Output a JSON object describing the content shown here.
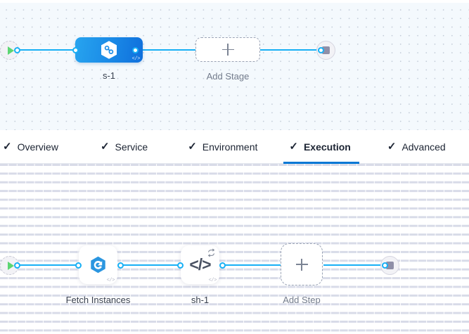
{
  "stage_canvas": {
    "start_node": {
      "icon": "play-icon",
      "title": "Start"
    },
    "end_node": {
      "icon": "stop-icon",
      "title": "End"
    },
    "stage": {
      "label": "s-1",
      "icon": "hexagon-infinity-icon",
      "corner_icon": "code-icon"
    },
    "add_stage": {
      "label": "Add Stage",
      "icon": "plus-icon"
    }
  },
  "tabs": [
    {
      "label": "Overview",
      "icon": "check-icon",
      "active": false
    },
    {
      "label": "Service",
      "icon": "check-icon",
      "active": false
    },
    {
      "label": "Environment",
      "icon": "check-icon",
      "active": false
    },
    {
      "label": "Execution",
      "icon": "check-icon",
      "active": true
    },
    {
      "label": "Advanced",
      "icon": "check-icon",
      "active": false
    }
  ],
  "step_canvas": {
    "start_node": {
      "icon": "play-icon",
      "title": "Start"
    },
    "end_node": {
      "icon": "stop-icon",
      "title": "End"
    },
    "steps": [
      {
        "label": "Fetch Instances",
        "icon": "fetch-instances-icon",
        "corner_icon": "code-icon",
        "has_retry": false
      },
      {
        "label": "sh-1",
        "icon": "shell-script-icon",
        "corner_icon": "code-icon",
        "has_retry": true,
        "retry_icon": "loop-icon"
      }
    ],
    "add_step": {
      "label": "Add Step",
      "icon": "plus-icon"
    }
  },
  "colors": {
    "wire": "#18b0f5",
    "accent": "#0278d5",
    "stage_gradient_from": "#27a4ef",
    "stage_gradient_to": "#0f6fdc",
    "play_green": "#5cd672",
    "stop_gray": "#8f8fa8",
    "canvas_top_bg": "#f4f9fd",
    "canvas_bottom_bg": "#ffffff",
    "label_text": "#38404f",
    "muted_text": "#737c8c"
  }
}
